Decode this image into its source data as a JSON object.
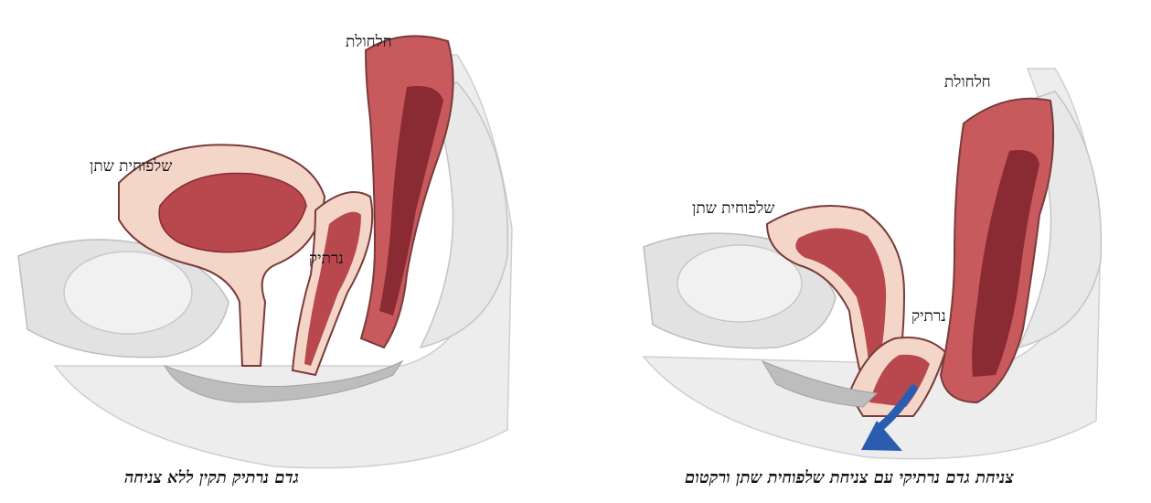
{
  "left_panel": {
    "labels": {
      "rectum": "חלחולת",
      "bladder": "שלפוחית שתן",
      "vagina": "נרתיק"
    },
    "caption": "גדם נרתיק תקין ללא צניחה"
  },
  "right_panel": {
    "labels": {
      "rectum": "חלחולת",
      "bladder": "שלפוחית שתן",
      "vagina": "נרתיק"
    },
    "caption": "צניחת גדם נרתיקי עם צניחת שלפוחית שתן ורקטום"
  },
  "colors": {
    "tissue": "#b8484e",
    "tissue_dark": "#8a2a32",
    "wall": "#f3d6c8",
    "bone": "#e6e6e6",
    "arrow": "#2a5db0"
  }
}
